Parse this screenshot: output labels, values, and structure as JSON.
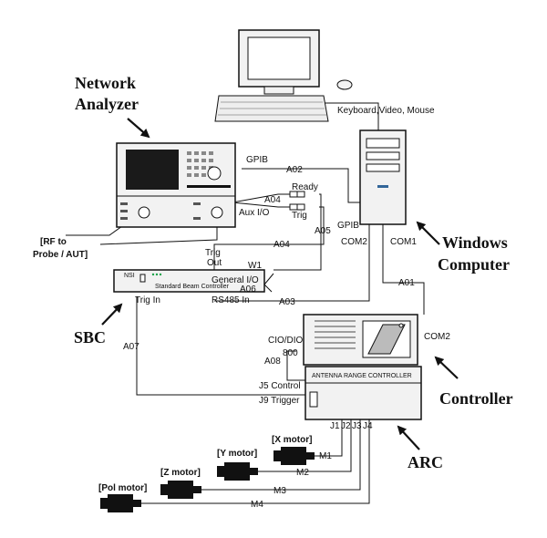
{
  "labels": {
    "network_analyzer_line1": "Network",
    "network_analyzer_line2": "Analyzer",
    "windows_computer_line1": "Windows",
    "windows_computer_line2": "Computer",
    "sbc": "SBC",
    "controller": "Controller",
    "arc": "ARC"
  },
  "annotations": {
    "keyboard_video_mouse": "Keyboard,Video, Mouse",
    "gpib_na": "GPIB",
    "gpib_pc": "GPIB",
    "com2_pc": "COM2",
    "com1_pc": "COM1",
    "com2_ctrl": "COM2",
    "ready": "Ready",
    "trig": "Trig",
    "aux_io": "Aux I/O",
    "rf_line1": "[RF to",
    "rf_line2": "Probe / AUT]",
    "trig_out_line1": "Trig",
    "trig_out_line2": "Out",
    "general_io": "General I/O",
    "w1": "W1",
    "trig_in": "Trig In",
    "rs485_in": "RS485 In",
    "cio_dio": "CIO/DIO",
    "port_800": "800",
    "j5_control": "J5 Control",
    "j9_trigger": "J9 Trigger",
    "j1": "J1",
    "j2": "J2",
    "j3": "J3",
    "j4": "J4",
    "sbc_panel": "Standard Beam Controller",
    "sbc_brand": "NSI",
    "arc_panel": "ANTENNA RANGE CONTROLLER"
  },
  "cables": {
    "a01": "A01",
    "a02": "A02",
    "a03": "A03",
    "a04_top": "A04",
    "a04_mid": "A04",
    "a05": "A05",
    "a06": "A06",
    "a07": "A07",
    "a08": "A08",
    "m1": "M1",
    "m2": "M2",
    "m3": "M3",
    "m4": "M4"
  },
  "motors": {
    "x": "[X motor]",
    "y": "[Y motor]",
    "z": "[Z motor]",
    "pol": "[Pol motor]"
  },
  "colors": {
    "line": "#111111",
    "device_fill": "#f2f2f2",
    "screen": "#1a1a1a",
    "motor": "#111111"
  }
}
